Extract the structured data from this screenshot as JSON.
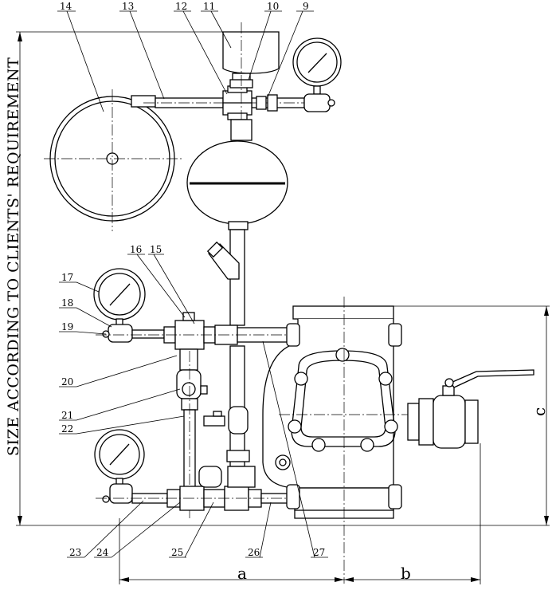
{
  "labels": [
    "14",
    "13",
    "12",
    "11",
    "10",
    "9",
    "16",
    "15",
    "17",
    "18",
    "19",
    "20",
    "21",
    "22",
    "23",
    "24",
    "25",
    "26",
    "27"
  ],
  "side_text": "SIZE ACCORDING TO CLIENTS' REQUIREMENT",
  "dimensions": {
    "a": "a",
    "b": "b",
    "c": "c"
  }
}
